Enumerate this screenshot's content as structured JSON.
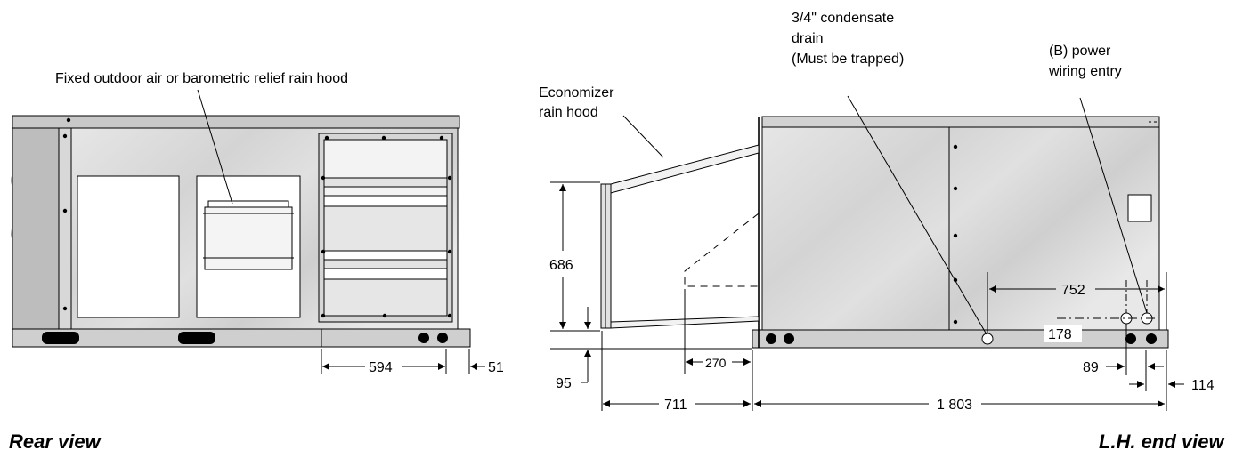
{
  "rear_view": {
    "title": "Rear view",
    "callout": "Fixed outdoor air or barometric relief rain hood",
    "dim_594": "594",
    "dim_51": "51"
  },
  "lh_end_view": {
    "title": "L.H. end view",
    "economizer_line1": "Economizer",
    "economizer_line2": "rain hood",
    "condensate_line1": "3/4\" condensate",
    "condensate_line2": "drain",
    "condensate_line3": "(Must be trapped)",
    "power_line1": "(B) power",
    "power_line2": "wiring entry",
    "dim_686": "686",
    "dim_95": "95",
    "dim_270": "270",
    "dim_711": "711",
    "dim_1803": "1 803",
    "dim_752": "752",
    "dim_178": "178",
    "dim_89": "89",
    "dim_114": "114"
  }
}
